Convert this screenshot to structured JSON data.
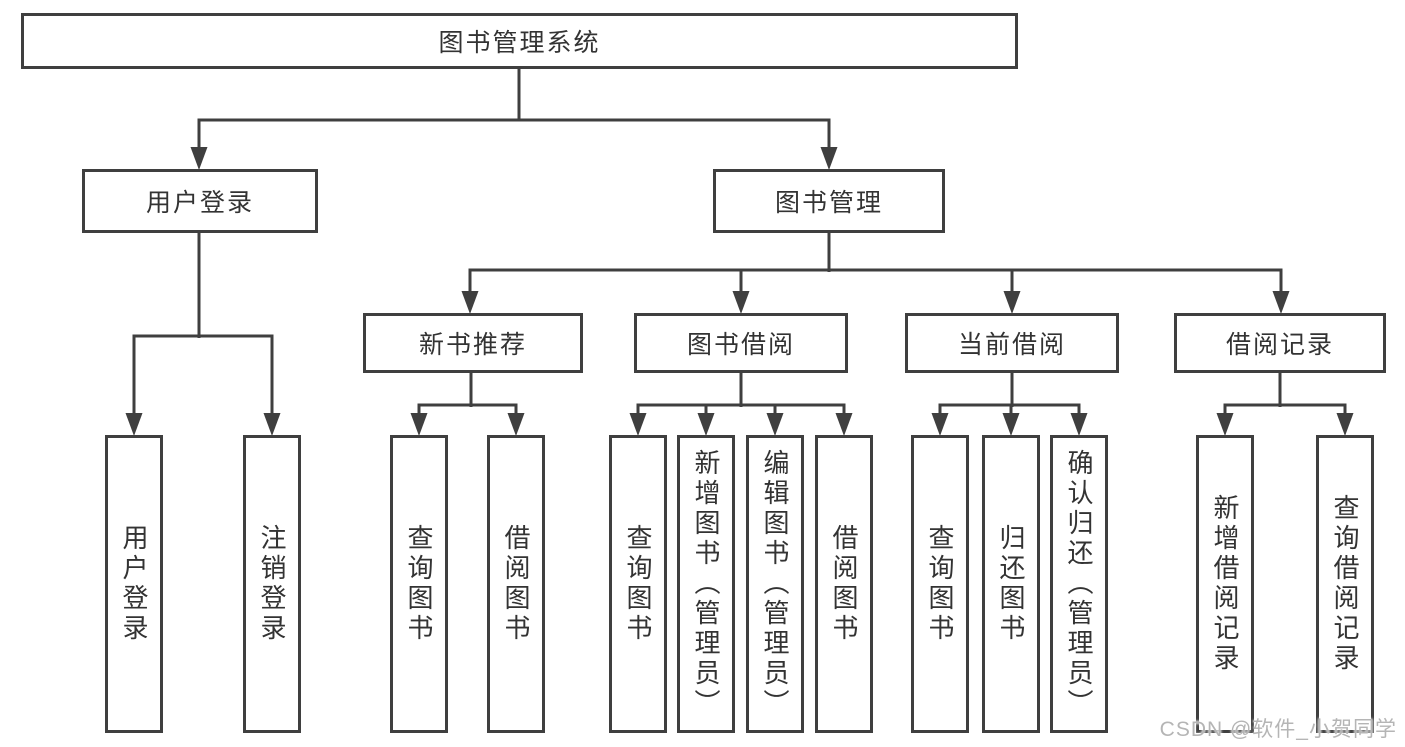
{
  "diagram": {
    "title": "图书管理系统",
    "nodes": {
      "root": {
        "label": "图书管理系统"
      },
      "user_login": {
        "label": "用户登录",
        "parent": "图书管理系统"
      },
      "book_management": {
        "label": "图书管理",
        "parent": "图书管理系统"
      },
      "new_book_recommend": {
        "label": "新书推荐",
        "parent": "图书管理"
      },
      "book_borrow": {
        "label": "图书借阅",
        "parent": "图书管理"
      },
      "current_borrow": {
        "label": "当前借阅",
        "parent": "图书管理"
      },
      "borrow_record": {
        "label": "借阅记录",
        "parent": "图书管理"
      }
    },
    "leaves": [
      {
        "label": "用户登录",
        "parent": "用户登录"
      },
      {
        "label": "注销登录",
        "parent": "用户登录"
      },
      {
        "label": "查询图书",
        "parent": "新书推荐"
      },
      {
        "label": "借阅图书",
        "parent": "新书推荐"
      },
      {
        "label": "查询图书",
        "parent": "图书借阅"
      },
      {
        "label": "新增图书（管理员）",
        "parent": "图书借阅"
      },
      {
        "label": "编辑图书（管理员）",
        "parent": "图书借阅"
      },
      {
        "label": "借阅图书",
        "parent": "图书借阅"
      },
      {
        "label": "查询图书",
        "parent": "当前借阅"
      },
      {
        "label": "归还图书",
        "parent": "当前借阅"
      },
      {
        "label": "确认归还（管理员）",
        "parent": "当前借阅"
      },
      {
        "label": "新增借阅记录",
        "parent": "借阅记录"
      },
      {
        "label": "查询借阅记录",
        "parent": "借阅记录"
      }
    ],
    "watermark": "CSDN @软件_小贺同学",
    "colors": {
      "line": "#3f3f3f",
      "text": "#333333",
      "watermark": "#b5b5b5",
      "background": "#ffffff"
    }
  }
}
